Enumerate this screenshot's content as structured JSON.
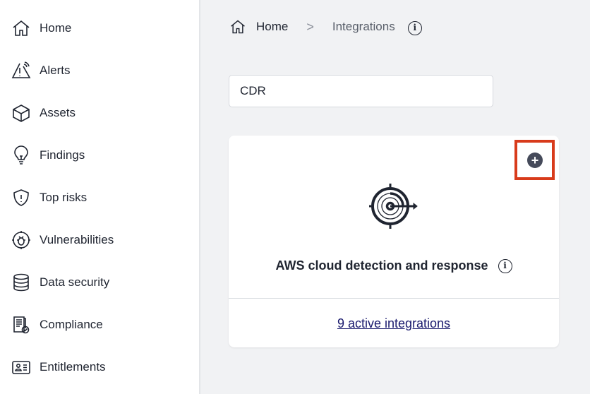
{
  "sidebar": {
    "items": [
      {
        "label": "Home",
        "icon": "home-icon"
      },
      {
        "label": "Alerts",
        "icon": "alert-icon"
      },
      {
        "label": "Assets",
        "icon": "cube-icon"
      },
      {
        "label": "Findings",
        "icon": "lightbulb-icon"
      },
      {
        "label": "Top risks",
        "icon": "shield-alert-icon"
      },
      {
        "label": "Vulnerabilities",
        "icon": "bug-icon"
      },
      {
        "label": "Data security",
        "icon": "database-icon"
      },
      {
        "label": "Compliance",
        "icon": "compliance-icon"
      },
      {
        "label": "Entitlements",
        "icon": "id-card-icon"
      }
    ]
  },
  "breadcrumb": {
    "home": "Home",
    "separator": ">",
    "current": "Integrations",
    "info": "i"
  },
  "search": {
    "value": "CDR"
  },
  "card": {
    "title": "AWS cloud detection and response",
    "info": "i",
    "add": "+",
    "link": "9 active integrations",
    "highlight_color": "#d83b1b"
  }
}
